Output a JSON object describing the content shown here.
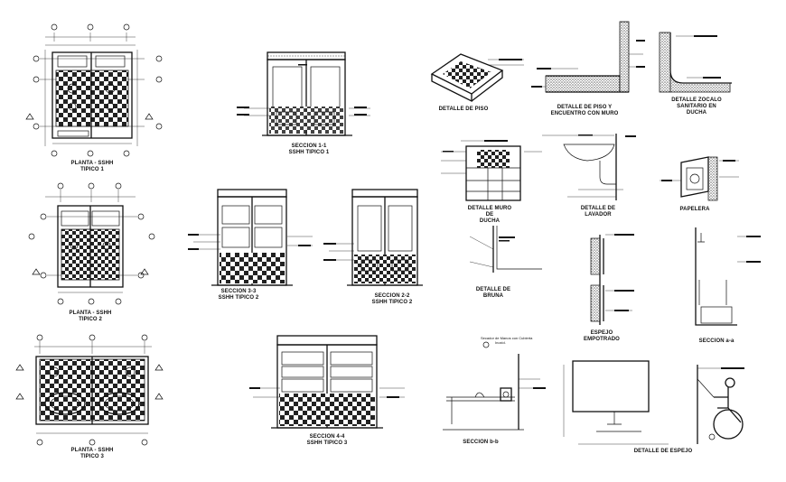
{
  "drawing": {
    "labels": {
      "planta_1": [
        "PLANTA - SSHH",
        "TIPICO 1"
      ],
      "planta_2": [
        "PLANTA - SSHH",
        "TIPICO 2"
      ],
      "planta_3": [
        "PLANTA - SSHH",
        "TIPICO 3"
      ],
      "seccion_1": [
        "SECCION 1-1",
        "SSHH TIPICO 1"
      ],
      "seccion_3": [
        "SECCION 3-3",
        "SSHH TIPICO 2"
      ],
      "seccion_2": [
        "SECCION 2-2",
        "SSHH TIPICO 2"
      ],
      "seccion_4": [
        "SECCION 4-4",
        "SSHH TIPICO 3"
      ],
      "detalle_piso": [
        "DETALLE DE PISO"
      ],
      "detalle_piso_muro": [
        "DETALLE DE PISO Y",
        "ENCUENTRO CON MURO"
      ],
      "detalle_zocalo": [
        "DETALLE ZOCALO",
        "SANITARIO EN",
        "DUCHA"
      ],
      "detalle_muro_ducha": [
        "DETALLE MURO",
        "DE",
        "DUCHA"
      ],
      "detalle_lavador": [
        "DETALLE DE",
        "LAVADOR"
      ],
      "papelera": [
        "PAPELERA"
      ],
      "detalle_bruna": [
        "DETALLE DE",
        "BRUNA"
      ],
      "espejo_empotrado": [
        "ESPEJO",
        "EMPOTRADO"
      ],
      "seccion_aa": [
        "SECCION a-a"
      ],
      "seccion_bb": [
        "SECCION b-b"
      ],
      "detalle_espejo": [
        "DETALLE DE ESPEJO"
      ]
    },
    "note_bb": [
      "Secador de Manos con Cubierta",
      "Inoxid."
    ],
    "colors": {
      "ink": "#111111",
      "paper": "#ffffff"
    }
  }
}
